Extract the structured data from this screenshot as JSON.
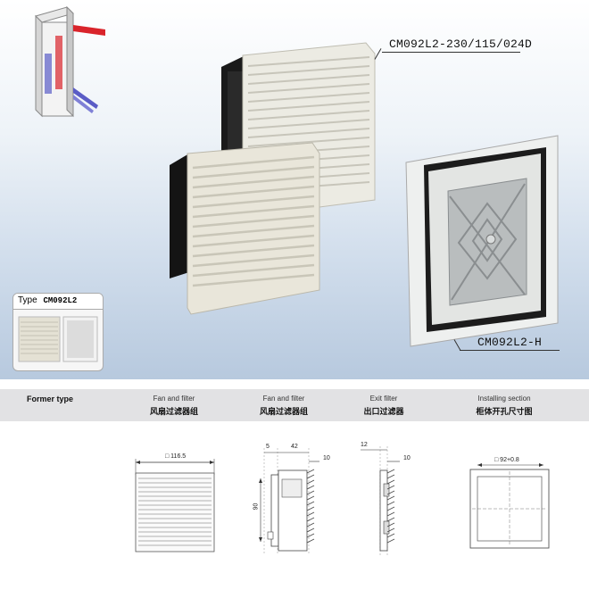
{
  "hero": {
    "model_top_label": "CM092L2-230/115/024D",
    "model_bottom_label": "CM092L2-H",
    "type_box": {
      "type_label": "Type",
      "type_value": "CM092L2"
    }
  },
  "columns": [
    {
      "en": "Former type",
      "cn": ""
    },
    {
      "en": "Fan and filter",
      "cn": "风扇过滤器组"
    },
    {
      "en": "Fan and filter",
      "cn": "风扇过滤器组"
    },
    {
      "en": "Exit filter",
      "cn": "出口过滤器"
    },
    {
      "en": "Installing section",
      "cn": "柜体开孔尺寸图"
    }
  ],
  "dimensions": {
    "front_width": "□ 116.5",
    "side_depth_left": "5",
    "side_depth_main": "42",
    "side_depth_right": "10",
    "side_height": "90",
    "exit_left": "12",
    "exit_right": "10",
    "cutout": "□ 92+0.8"
  },
  "colors": {
    "hero_gradient_bottom": "#b7c9de",
    "header_bar": "#e2e2e4",
    "arrow_red": "#d9242b",
    "arrow_blue": "#5a5cc6"
  }
}
